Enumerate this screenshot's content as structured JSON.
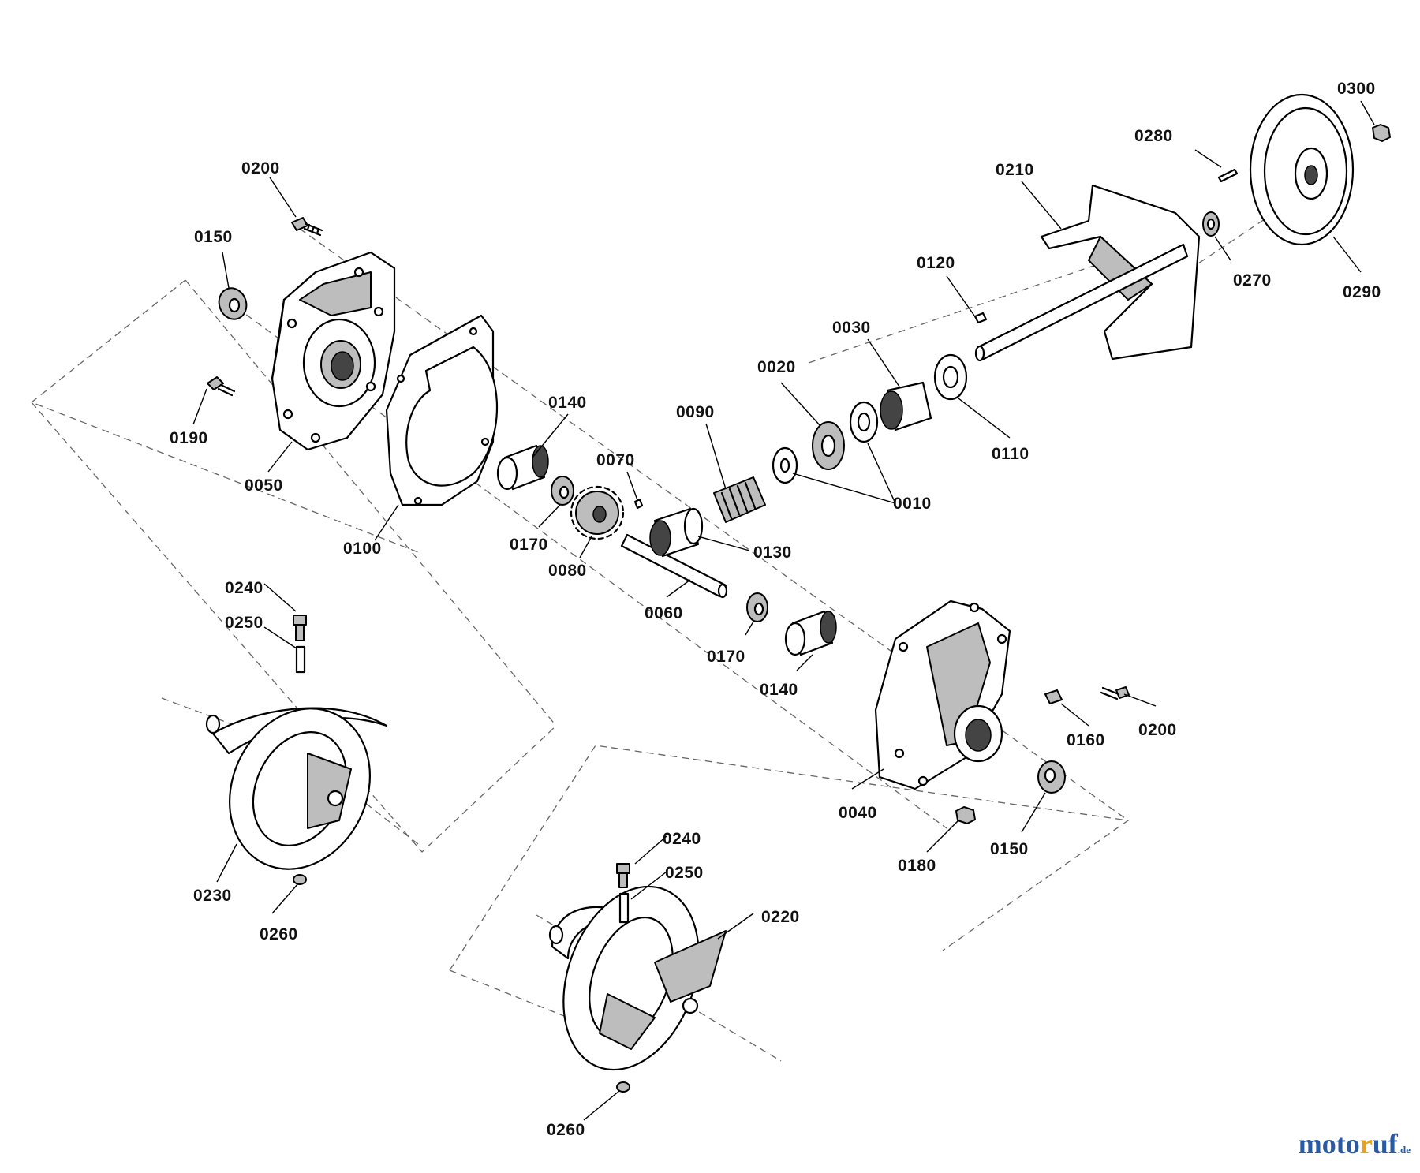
{
  "labels": {
    "p0200a": "0200",
    "p0150a": "0150",
    "p0190": "0190",
    "p0050": "0050",
    "p0100": "0100",
    "p0140a": "0140",
    "p0170a": "0170",
    "p0080": "0080",
    "p0070": "0070",
    "p0060": "0060",
    "p0130": "0130",
    "p0090": "0090",
    "p0020": "0020",
    "p0010": "0010",
    "p0030": "0030",
    "p0110": "0110",
    "p0120": "0120",
    "p0210": "0210",
    "p0280": "0280",
    "p0300": "0300",
    "p0270": "0270",
    "p0290": "0290",
    "p0170b": "0170",
    "p0140b": "0140",
    "p0160": "0160",
    "p0200b": "0200",
    "p0040": "0040",
    "p0180": "0180",
    "p0150b": "0150",
    "p0240a": "0240",
    "p0250a": "0250",
    "p0230": "0230",
    "p0260a": "0260",
    "p0240b": "0240",
    "p0250b": "0250",
    "p0220": "0220",
    "p0260b": "0260"
  },
  "watermark": {
    "part1": "moto",
    "part2": "r",
    "part3": "uf",
    "tld": ".de"
  },
  "colors": {
    "line": "#000000",
    "background": "#ffffff",
    "brand_blue": "#2c5aa0",
    "brand_orange": "#e8a020"
  }
}
